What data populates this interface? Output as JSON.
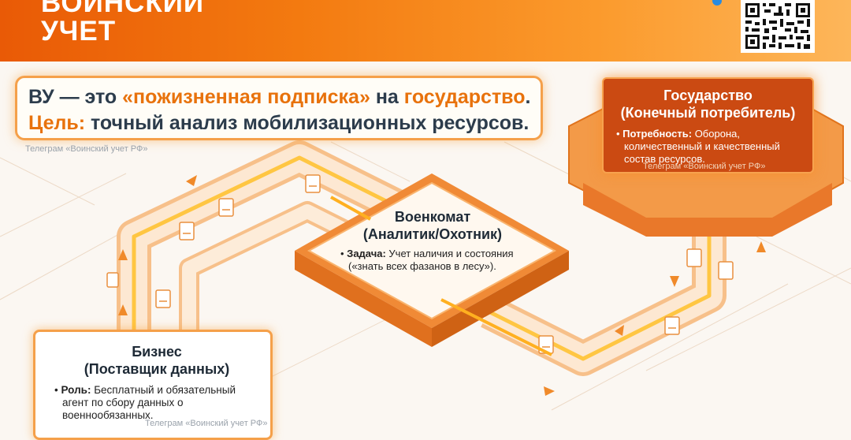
{
  "header": {
    "title_line1": "ВОИНСКИЙ",
    "title_line2": "УЧЕТ"
  },
  "callout": {
    "line1_part1": "ВУ — это ",
    "line1_part2": "«пожизненная подписка»",
    "line1_part3": " на ",
    "line1_part4": "государство",
    "line1_part5": ".",
    "line2_part1": "Цель:",
    "line2_part2": " точный анализ мобилизационных ресурсов."
  },
  "government": {
    "title": "Государство",
    "subtitle": "(Конечный потребитель)",
    "bullet_label": "Потребность:",
    "bullet_text": " Оборона, количественный и качественный состав ресурсов."
  },
  "voenkomat": {
    "title": "Военкомат",
    "subtitle": "(Аналитик/Охотник)",
    "bullet_label": "Задача:",
    "bullet_text": " Учет наличия и состояния («знать всех фазанов в лесу»)."
  },
  "business": {
    "title": "Бизнес",
    "subtitle": "(Поставщик данных)",
    "bullet_label": "Роль:",
    "bullet_text": " Бесплатный и обязательный агент по сбору данных о военнообязанных."
  },
  "watermark": "Телеграм «Воинский учет РФ»",
  "colors": {
    "accent": "#e8720c",
    "header_start": "#e95a06",
    "header_end": "#fdb65a",
    "government_box": "#cb4a12",
    "text_dark": "#2c3c4c"
  },
  "icons": [
    "qr-code-icon",
    "document-icon",
    "chart-icon",
    "arrow-icon"
  ]
}
